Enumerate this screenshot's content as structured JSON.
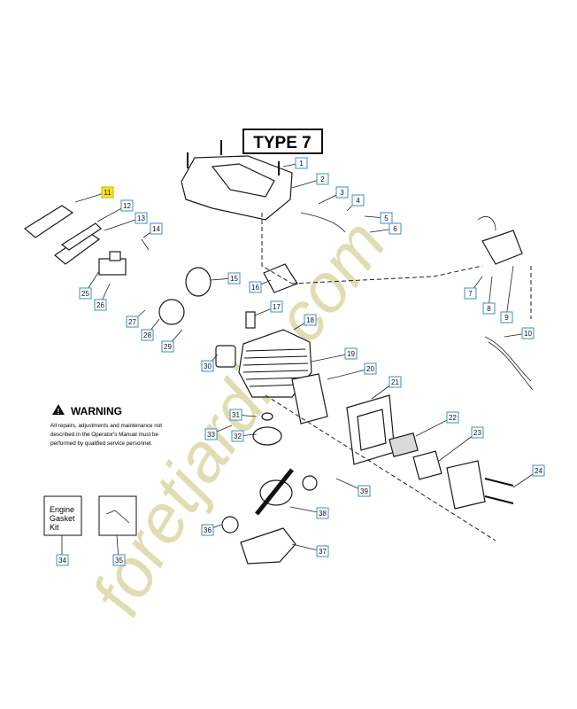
{
  "title": "TYPE 7",
  "warning": {
    "heading": "WARNING",
    "lines": [
      "All repairs, adjustments and maintenance not",
      "described in the Operator's Manual must be",
      "performed by qualified service personnel."
    ]
  },
  "kit": {
    "lines": [
      "Engine",
      "Gasket",
      "Kit"
    ]
  },
  "watermark": "foretjardin.com",
  "callouts": [
    "1",
    "2",
    "3",
    "4",
    "5",
    "6",
    "7",
    "8",
    "9",
    "10",
    "11",
    "12",
    "13",
    "14",
    "15",
    "16",
    "17",
    "18",
    "19",
    "20",
    "21",
    "22",
    "23",
    "24",
    "25",
    "26",
    "27",
    "28",
    "29",
    "30",
    "31",
    "32",
    "33",
    "34",
    "35",
    "36",
    "37",
    "38",
    "39"
  ],
  "highlighted_callout": "11",
  "colors": {
    "callout_border": "#3b8fc4",
    "highlight": "#f6e61e",
    "watermark": "#d8d4a0"
  }
}
